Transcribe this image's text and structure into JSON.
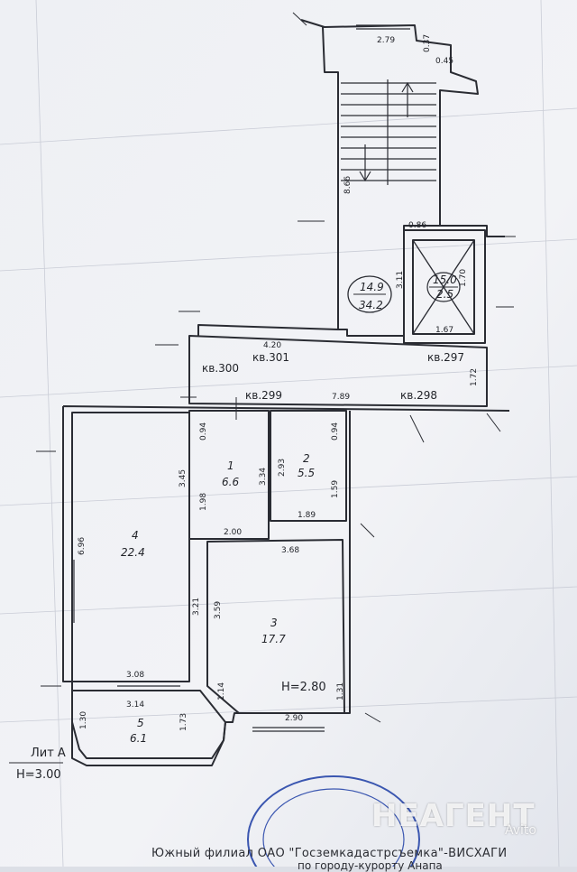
{
  "plan": {
    "apartments": [
      "кв.300",
      "кв.301",
      "кв.299",
      "кв.298",
      "кв.297"
    ],
    "staircase": {
      "top": "14.9",
      "bottom": "34.2"
    },
    "elevator": {
      "top": "15.0",
      "bottom": "2.5"
    },
    "rooms": [
      {
        "num": "1",
        "area": "6.6"
      },
      {
        "num": "2",
        "area": "5.5"
      },
      {
        "num": "3",
        "area": "17.7"
      },
      {
        "num": "4",
        "area": "22.4"
      },
      {
        "num": "5",
        "area": "6.1"
      }
    ],
    "dimensions": {
      "d279": "2.79",
      "d037": "0.37",
      "d045": "0.45",
      "d866": "8.66",
      "d086": "0.86",
      "d311": "3.11",
      "d170": "1.70",
      "d167": "1.67",
      "d420": "4.20",
      "d789": "7.89",
      "d172": "1.72",
      "d094a": "0.94",
      "d345": "3.45",
      "d198": "1.98",
      "d334": "3.34",
      "d293": "2.93",
      "d094b": "0.94",
      "d159": "1.59",
      "d189": "1.89",
      "d200": "2.00",
      "d368": "3.68",
      "d696": "6.96",
      "d321": "3.21",
      "d359": "3.59",
      "d308": "3.08",
      "d314": "3.14",
      "d114": "1.14",
      "d131": "1.31",
      "d130": "1.30",
      "d173": "1.73",
      "d290": "2.90"
    },
    "height_room": "H=2.80",
    "lit": "Лит А",
    "height_lit": "H=3.00"
  },
  "footer": {
    "line1": "Южный филиал ОАО \"Госземкадастрсъемка\"-ВИСХАГИ",
    "line2": "по городу-курорту Анапа"
  },
  "watermark": {
    "brand": "НЕАГЕНТ",
    "source": "Avito"
  },
  "colors": {
    "paper": "#f3f4f7",
    "ink": "#2a2c33",
    "grid": "#c9ccd6",
    "stamp": "#3a56b0"
  }
}
